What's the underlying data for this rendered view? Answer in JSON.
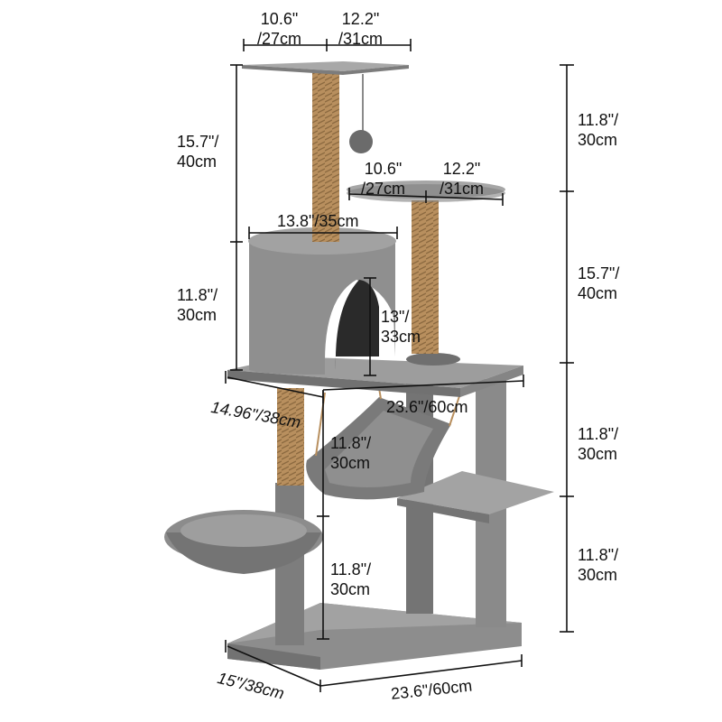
{
  "dimensions": {
    "top_perch_left": {
      "in": "10.6\"",
      "cm": "/27cm"
    },
    "top_perch_right": {
      "in": "12.2\"",
      "cm": "/31cm"
    },
    "mid_perch_left": {
      "in": "10.6\"",
      "cm": "/27cm"
    },
    "mid_perch_right": {
      "in": "12.2\"",
      "cm": "/31cm"
    },
    "condo_width": {
      "text": "13.8\"/35cm"
    },
    "left_upper_height": {
      "in": "15.7\"/",
      "cm": "40cm"
    },
    "left_condo_height": {
      "in": "11.8\"/",
      "cm": "30cm"
    },
    "condo_opening": {
      "in": "13\"/",
      "cm": "33cm"
    },
    "platform_depth": {
      "text": "14.96\"/38cm"
    },
    "platform_width": {
      "text": "23.6\"/60cm"
    },
    "hammock_height": {
      "in": "11.8\"/",
      "cm": "30cm"
    },
    "lower_height": {
      "in": "11.8\"/",
      "cm": "30cm"
    },
    "base_depth": {
      "text": "15\"/38cm"
    },
    "base_width": {
      "text": "23.6\"/60cm"
    },
    "right_1": {
      "in": "11.8\"/",
      "cm": "30cm"
    },
    "right_2": {
      "in": "15.7\"/",
      "cm": "40cm"
    },
    "right_3": {
      "in": "11.8\"/",
      "cm": "30cm"
    },
    "right_4": {
      "in": "11.8\"/",
      "cm": "30cm"
    }
  },
  "colors": {
    "plush": "#8d8d8d",
    "plush_dark": "#6f6f6f",
    "plush_light": "#a9a9a9",
    "sisal": "#b88f5e",
    "line": "#111111"
  }
}
